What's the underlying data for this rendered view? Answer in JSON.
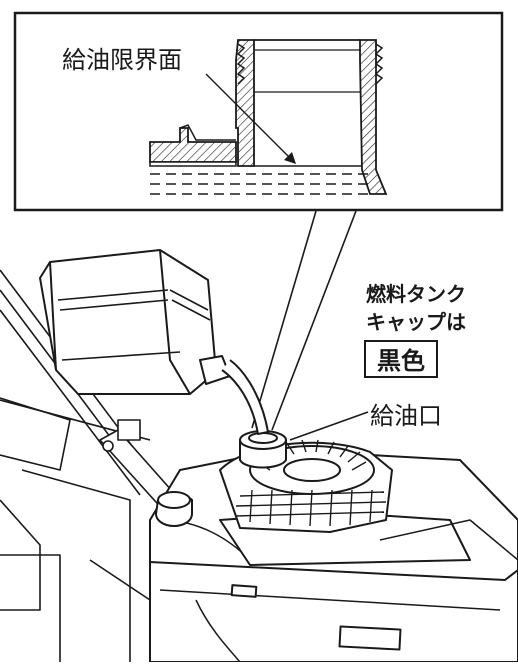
{
  "labels": {
    "fill_limit": "給油限界面",
    "cap_line1": "燃料タンク",
    "cap_line2": "キャップは",
    "cap_color": "黒色",
    "fill_port": "給油口"
  },
  "colors": {
    "line": "#1a1a1a",
    "fill": "#ffffff"
  }
}
